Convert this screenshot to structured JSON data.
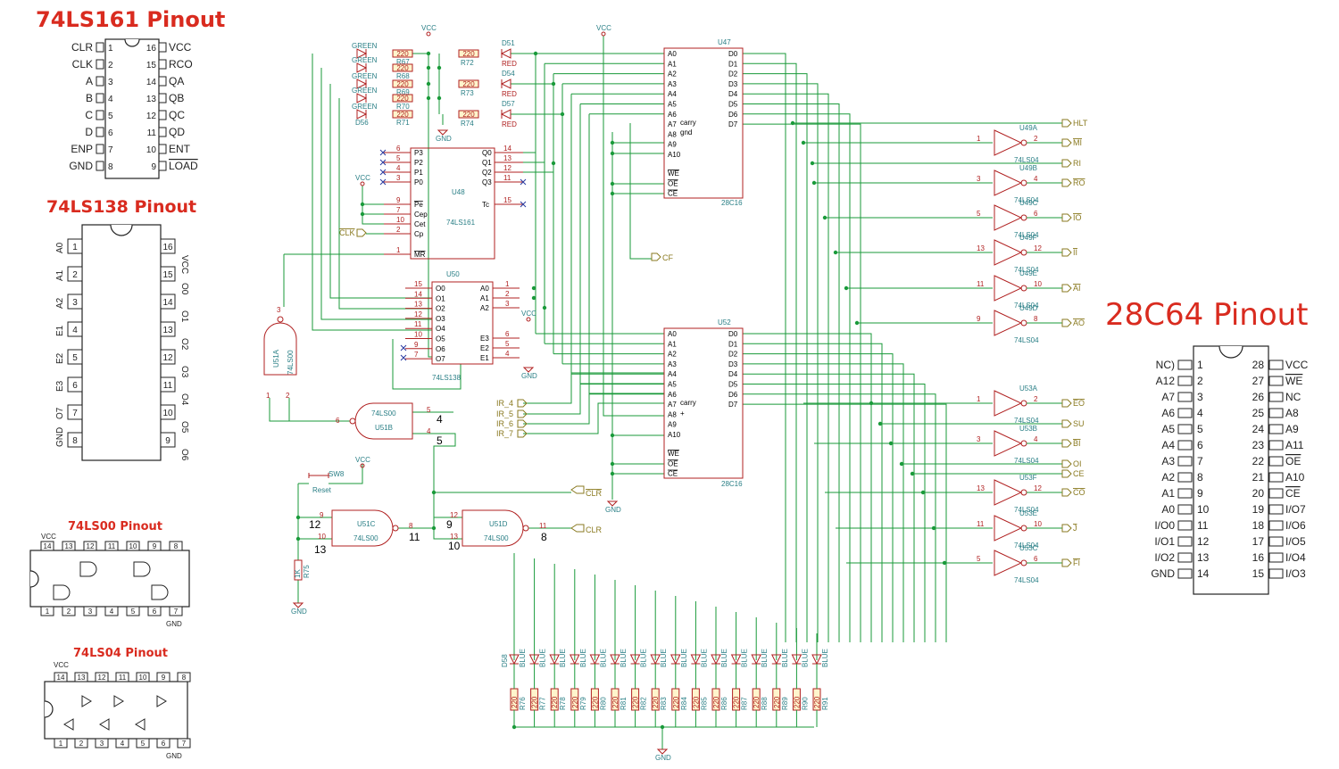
{
  "titles": {
    "ls161": "74LS161 Pinout",
    "ls138": "74LS138 Pinout",
    "ls00": "74LS00 Pinout",
    "ls04": "74LS04 Pinout",
    "c64": "28C64 Pinout"
  },
  "ls161": {
    "left": [
      "CLR",
      "CLK",
      "A",
      "B",
      "C",
      "D",
      "ENP",
      "GND"
    ],
    "left_nums": [
      "1",
      "2",
      "3",
      "4",
      "5",
      "6",
      "7",
      "8"
    ],
    "right": [
      "VCC",
      "RCO",
      "QA",
      "QB",
      "QC",
      "QD",
      "ENT",
      "LOAD"
    ],
    "right_nums": [
      "16",
      "15",
      "14",
      "13",
      "12",
      "11",
      "10",
      "9"
    ]
  },
  "ls138": {
    "left": [
      "A0",
      "A1",
      "A2",
      "E1",
      "E2",
      "E3",
      "O7",
      "GND"
    ],
    "left_nums": [
      "1",
      "2",
      "3",
      "4",
      "5",
      "6",
      "7",
      "8"
    ],
    "right": [
      "VCC",
      "O0",
      "O1",
      "O2",
      "O3",
      "O4",
      "O5",
      "O6"
    ],
    "right_nums": [
      "16",
      "15",
      "14",
      "13",
      "12",
      "11",
      "10",
      "9"
    ]
  },
  "ls00": {
    "vcc": "VCC",
    "gnd": "GND",
    "top": [
      "14",
      "13",
      "12",
      "11",
      "10",
      "9",
      "8"
    ],
    "bottom": [
      "1",
      "2",
      "3",
      "4",
      "5",
      "6",
      "7"
    ]
  },
  "ls04": {
    "vcc": "VCC",
    "gnd": "GND",
    "top": [
      "14",
      "13",
      "12",
      "11",
      "10",
      "9",
      "8"
    ],
    "bottom": [
      "1",
      "2",
      "3",
      "4",
      "5",
      "6",
      "7"
    ]
  },
  "c64": {
    "left": [
      "NC)",
      "A12",
      "A7",
      "A6",
      "A5",
      "A4",
      "A3",
      "A2",
      "A1",
      "A0",
      "I/O0",
      "I/O1",
      "I/O2",
      "GND"
    ],
    "left_nums": [
      "1",
      "2",
      "3",
      "4",
      "5",
      "6",
      "7",
      "8",
      "9",
      "10",
      "11",
      "12",
      "13",
      "14"
    ],
    "right": [
      "VCC",
      "WE",
      "NC",
      "A8",
      "A9",
      "A11",
      "OE",
      "A10",
      "CE",
      "I/O7",
      "I/O6",
      "I/O5",
      "I/O4",
      "I/O3"
    ],
    "right_nums": [
      "28",
      "27",
      "26",
      "25",
      "24",
      "23",
      "22",
      "21",
      "20",
      "19",
      "18",
      "17",
      "16",
      "15"
    ]
  },
  "schematic": {
    "vcc": "VCC",
    "gnd": "GND",
    "u47": {
      "ref": "U47",
      "part": "28C16",
      "a": [
        "A0",
        "A1",
        "A2",
        "A3",
        "A4",
        "A5",
        "A6",
        "A7",
        "A8",
        "A9",
        "A10"
      ],
      "d": [
        "D0",
        "D1",
        "D2",
        "D3",
        "D4",
        "D5",
        "D6",
        "D7"
      ],
      "ctl": [
        "WE",
        "OE",
        "CE"
      ],
      "note1": "carry",
      "note2": "gnd"
    },
    "u52": {
      "ref": "U52",
      "part": "28C16",
      "a": [
        "A0",
        "A1",
        "A2",
        "A3",
        "A4",
        "A5",
        "A6",
        "A7",
        "A8",
        "A9",
        "A10"
      ],
      "d": [
        "D0",
        "D1",
        "D2",
        "D3",
        "D4",
        "D5",
        "D6",
        "D7"
      ],
      "ctl": [
        "WE",
        "OE",
        "CE"
      ],
      "note1": "carry",
      "note2": "+"
    },
    "u48": {
      "ref": "U48",
      "part": "74LS161",
      "inputs": [
        "P3",
        "P2",
        "P1",
        "P0",
        "Pe",
        "Cep",
        "Cet",
        "Cp",
        "MR"
      ],
      "in_nums": [
        "6",
        "5",
        "4",
        "3",
        "9",
        "7",
        "10",
        "2",
        "1"
      ],
      "outputs": [
        "Q0",
        "Q1",
        "Q2",
        "Q3",
        "Tc"
      ],
      "out_nums": [
        "14",
        "13",
        "12",
        "11",
        "15"
      ]
    },
    "u50": {
      "ref": "U50",
      "part": "74LS138",
      "outputs": [
        "O0",
        "O1",
        "O2",
        "O3",
        "O4",
        "O5",
        "O6",
        "O7"
      ],
      "out_nums": [
        "15",
        "14",
        "13",
        "12",
        "11",
        "10",
        "9",
        "7"
      ],
      "inputs": [
        "A0",
        "A1",
        "A2",
        "E3",
        "E2",
        "E1"
      ],
      "in_nums": [
        "1",
        "2",
        "3",
        "6",
        "5",
        "4"
      ]
    },
    "leds_top_green": [
      "GREEN",
      "GREEN",
      "GREEN",
      "GREEN",
      "GREEN"
    ],
    "led_top_refs": [
      "D56"
    ],
    "res_top": [
      {
        "val": "220",
        "ref": "R67"
      },
      {
        "val": "220",
        "ref": "R68"
      },
      {
        "val": "220",
        "ref": "R69"
      },
      {
        "val": "220",
        "ref": "R70"
      },
      {
        "val": "220",
        "ref": "R71"
      }
    ],
    "red_leds": [
      {
        "ref": "D51",
        "color": "RED",
        "r": "R72",
        "val": "220"
      },
      {
        "ref": "D54",
        "color": "RED",
        "r": "R73",
        "val": "220"
      },
      {
        "ref": "D57",
        "color": "RED",
        "r": "R74",
        "val": "220"
      }
    ],
    "inverters": [
      {
        "ref": "U49A",
        "part": "74LS04",
        "in": "1",
        "out": "2",
        "signal": "MI"
      },
      {
        "ref": "U49B",
        "part": "74LS04",
        "in": "3",
        "out": "4",
        "signal": "RO"
      },
      {
        "ref": "U49C",
        "part": "74LS04",
        "in": "5",
        "out": "6",
        "signal": "IO"
      },
      {
        "ref": "U49F",
        "part": "74LS04",
        "in": "13",
        "out": "12",
        "signal": "II"
      },
      {
        "ref": "U49E",
        "part": "74LS04",
        "in": "11",
        "out": "10",
        "signal": "AI"
      },
      {
        "ref": "U49D",
        "part": "74LS04",
        "in": "9",
        "out": "8",
        "signal": "AO"
      },
      {
        "ref": "U53A",
        "part": "74LS04",
        "in": "1",
        "out": "2",
        "signal": "EO"
      },
      {
        "ref": "U53B",
        "part": "74LS04",
        "in": "3",
        "out": "4",
        "signal": "BI"
      },
      {
        "ref": "U53F",
        "part": "74LS04",
        "in": "13",
        "out": "12",
        "signal": "CO"
      },
      {
        "ref": "U53E",
        "part": "74LS04",
        "in": "11",
        "out": "10",
        "signal": "J"
      },
      {
        "ref": "U53C",
        "part": "74LS04",
        "in": "5",
        "out": "6",
        "signal": "FI"
      }
    ],
    "direct_signals": [
      "HLT",
      "RI",
      "SU",
      "OI",
      "CE"
    ],
    "cf": "CF",
    "clk_in": "CLK",
    "clr_out": "CLR",
    "clr_out2": "CLR",
    "ir_inputs": [
      "IR_4",
      "IR_5",
      "IR_6",
      "IR_7"
    ],
    "u51a": {
      "ref": "U51A",
      "part": "74LS00",
      "pins": [
        "3",
        "1",
        "2"
      ]
    },
    "u51b": {
      "ref": "U51B",
      "part": "74LS00",
      "pins": [
        "6",
        "5",
        "4"
      ],
      "big": [
        "4",
        "5"
      ]
    },
    "u51c": {
      "ref": "U51C",
      "part": "74LS00",
      "pins": [
        "9",
        "10",
        "8"
      ],
      "big": [
        "12",
        "13",
        "11"
      ]
    },
    "u51d": {
      "ref": "U51D",
      "part": "74LS00",
      "pins": [
        "12",
        "13",
        "11"
      ],
      "big": [
        "9",
        "10",
        "8"
      ]
    },
    "sw8": {
      "ref": "SW8",
      "label": "Reset"
    },
    "r75": {
      "ref": "R75",
      "val": "1K"
    },
    "bottom_leds_first": "D58",
    "bottom_led_color": "BLUE",
    "bottom_res": [
      "R76",
      "R77",
      "R78",
      "R79",
      "R80",
      "R81",
      "R82",
      "R83",
      "R84",
      "R85",
      "R86",
      "R87",
      "R88",
      "R89",
      "R90",
      "R91"
    ],
    "bottom_res_val": "220"
  }
}
